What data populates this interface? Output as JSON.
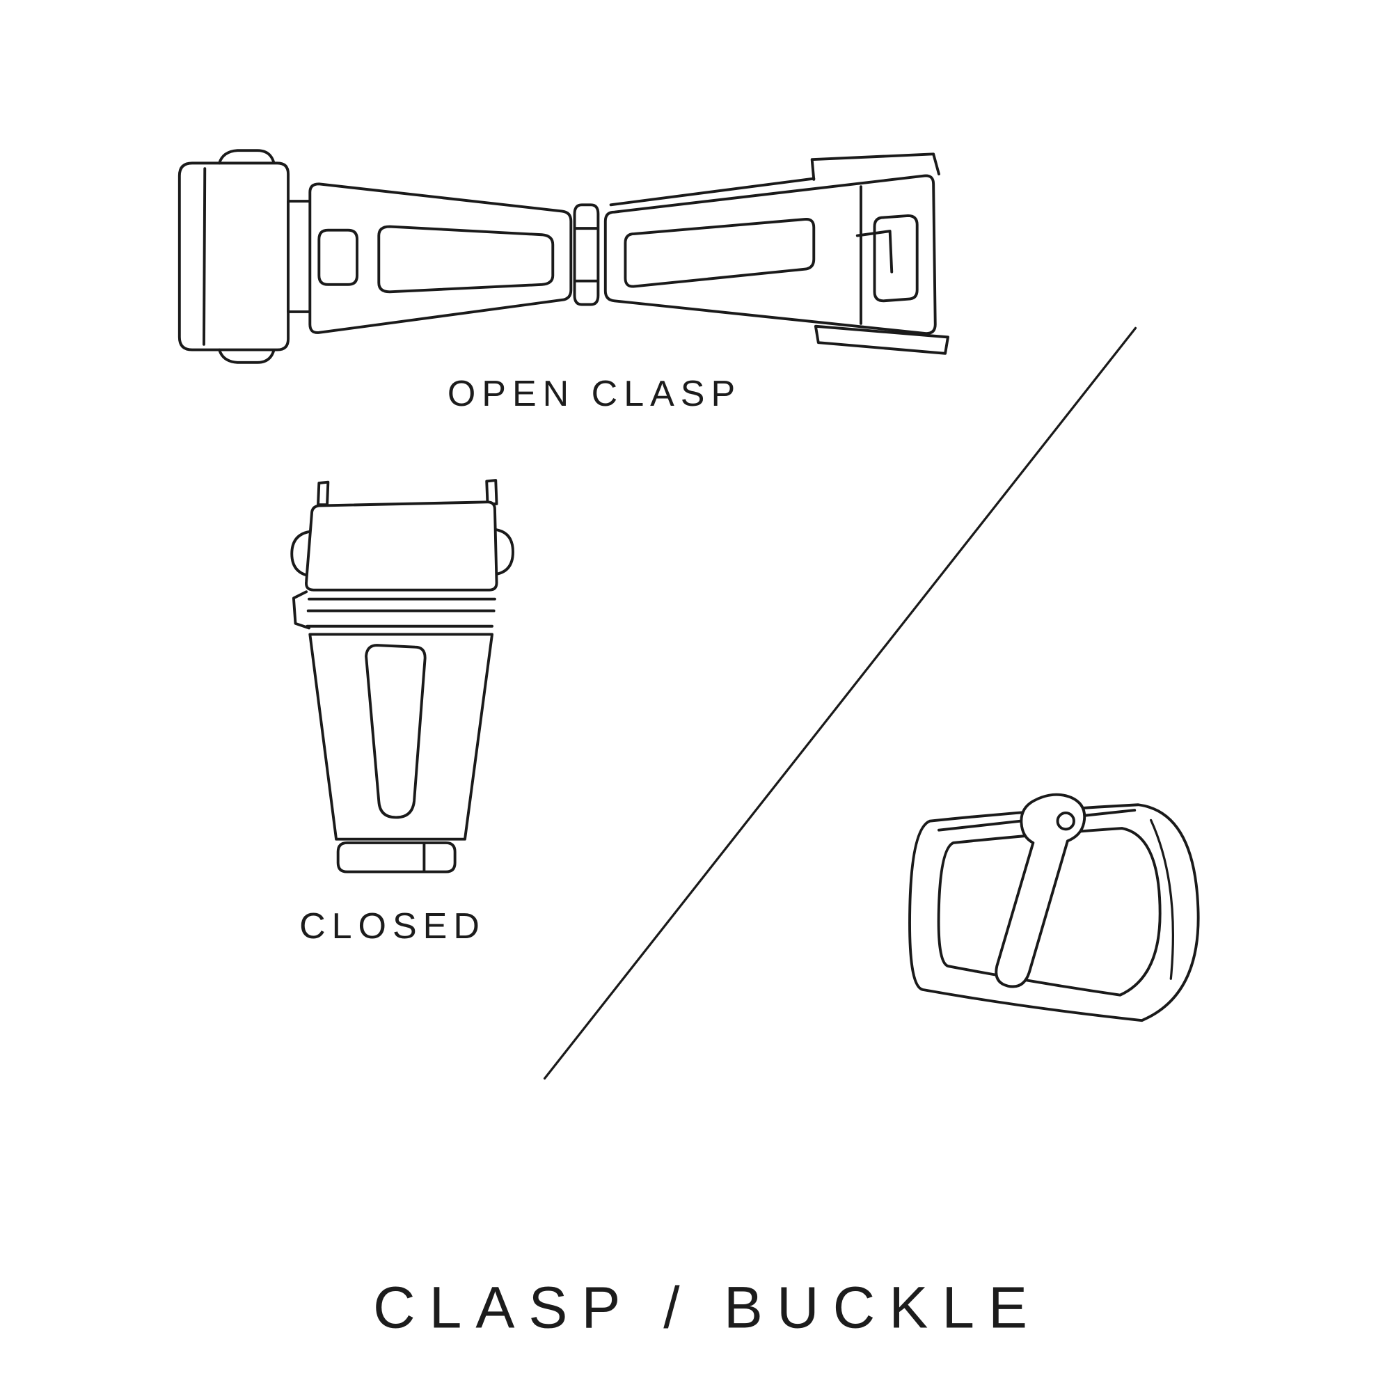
{
  "title": "CLASP / BUCKLE",
  "labels": {
    "open_clasp": "OPEN CLASP",
    "closed": "CLOSED"
  },
  "figures": {
    "open_clasp": "open-clasp-illustration",
    "closed_clasp": "closed-clasp-illustration",
    "buckle": "buckle-illustration",
    "divider": "diagonal-divider-line"
  },
  "colors": {
    "line": "#1a1a1a",
    "background": "#ffffff",
    "text": "#1c1c1c"
  }
}
